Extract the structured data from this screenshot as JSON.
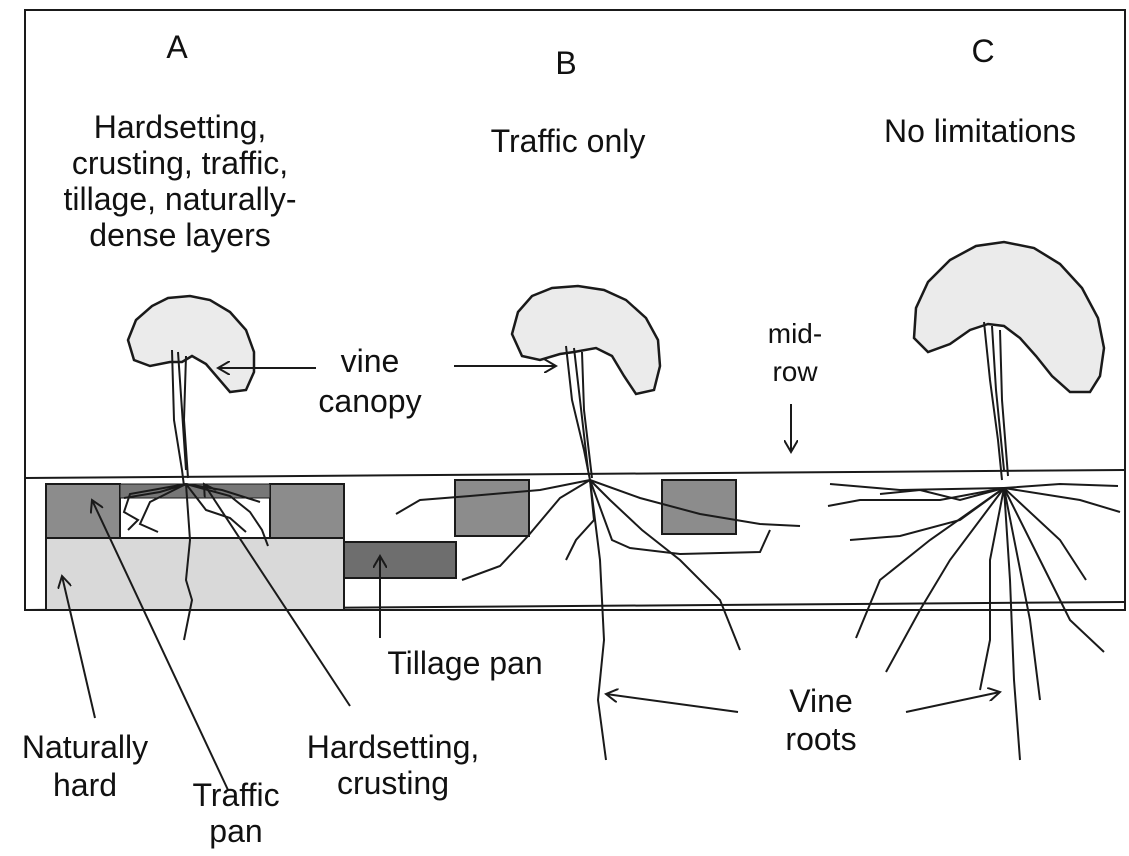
{
  "panels": [
    {
      "letter": "A",
      "condition": [
        "Hardsetting,",
        "crusting, traffic,",
        "tillage, naturally-",
        "dense layers"
      ]
    },
    {
      "letter": "B",
      "condition": [
        "Traffic only"
      ]
    },
    {
      "letter": "C",
      "condition": [
        "No limitations"
      ]
    }
  ],
  "labels": {
    "vine_canopy": [
      "vine",
      "canopy"
    ],
    "mid_row": [
      "mid-",
      "row"
    ],
    "tillage_pan": "Tillage pan",
    "vine_roots": [
      "Vine",
      "roots"
    ],
    "naturally_hard": [
      "Naturally",
      "hard"
    ],
    "traffic_pan": [
      "Traffic",
      "pan"
    ],
    "hardsetting_crusting": [
      "Hardsetting,",
      "crusting"
    ]
  },
  "colors": {
    "canopy_fill": "#ebebeb",
    "hard_layer": "#d9d9d9",
    "traffic_pan": "#8c8c8c",
    "tillage_pan": "#6e6e6e",
    "line": "#1a1a1a"
  }
}
